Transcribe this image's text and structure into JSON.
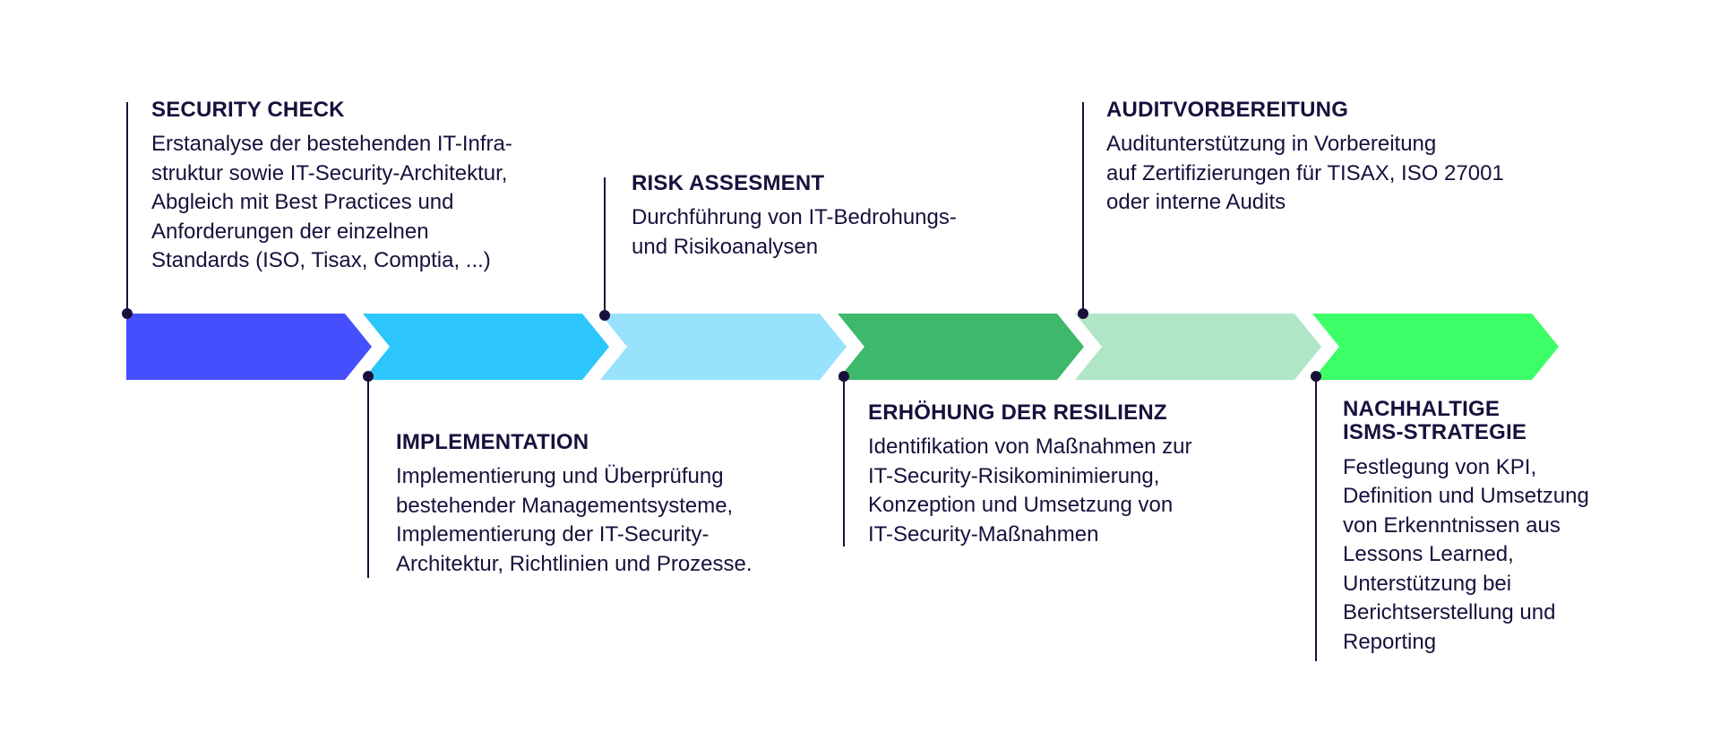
{
  "colors": {
    "ink": "#1a0f3c",
    "chevrons": [
      "#464ffd",
      "#2cc6fd",
      "#98e2fd",
      "#3cb96a",
      "#b0e6c6",
      "#3cfe66"
    ]
  },
  "stages": [
    {
      "title": "SECURITY CHECK",
      "lines": [
        "Erstanalyse der bestehenden IT-Infra-",
        "struktur sowie IT-Security-Architektur,",
        "Abgleich mit Best Practices und",
        "Anforderungen der einzelnen",
        "Standards (ISO, Tisax, Comptia, ...)"
      ]
    },
    {
      "title": "IMPLEMENTATION",
      "lines": [
        "Implementierung und Überprüfung",
        "bestehender Managementsysteme,",
        "Implementierung der IT-Security-",
        "Architektur, Richtlinien und Prozesse."
      ]
    },
    {
      "title": "RISK ASSESMENT",
      "lines": [
        "Durchführung von IT-Bedrohungs-",
        "und Risikoanalysen"
      ]
    },
    {
      "title": "ERHÖHUNG DER RESILIENZ",
      "lines": [
        "Identifikation von Maßnahmen zur",
        "IT-Security-Risikominimierung,",
        "Konzeption und Umsetzung von",
        "IT-Security-Maßnahmen"
      ]
    },
    {
      "title": "AUDITVORBEREITUNG",
      "lines": [
        "Auditunterstützung in Vorbereitung",
        "auf Zertifizierungen für TISAX, ISO 27001",
        "oder interne Audits"
      ]
    },
    {
      "title_lines": [
        "NACHHALTIGE",
        "ISMS-STRATEGIE"
      ],
      "lines": [
        "Festlegung von KPI,",
        "Definition und Umsetzung",
        "von Erkenntnissen aus",
        "Lessons Learned,",
        "Unterstützung bei",
        "Berichtserstellung und",
        "Reporting"
      ]
    }
  ]
}
